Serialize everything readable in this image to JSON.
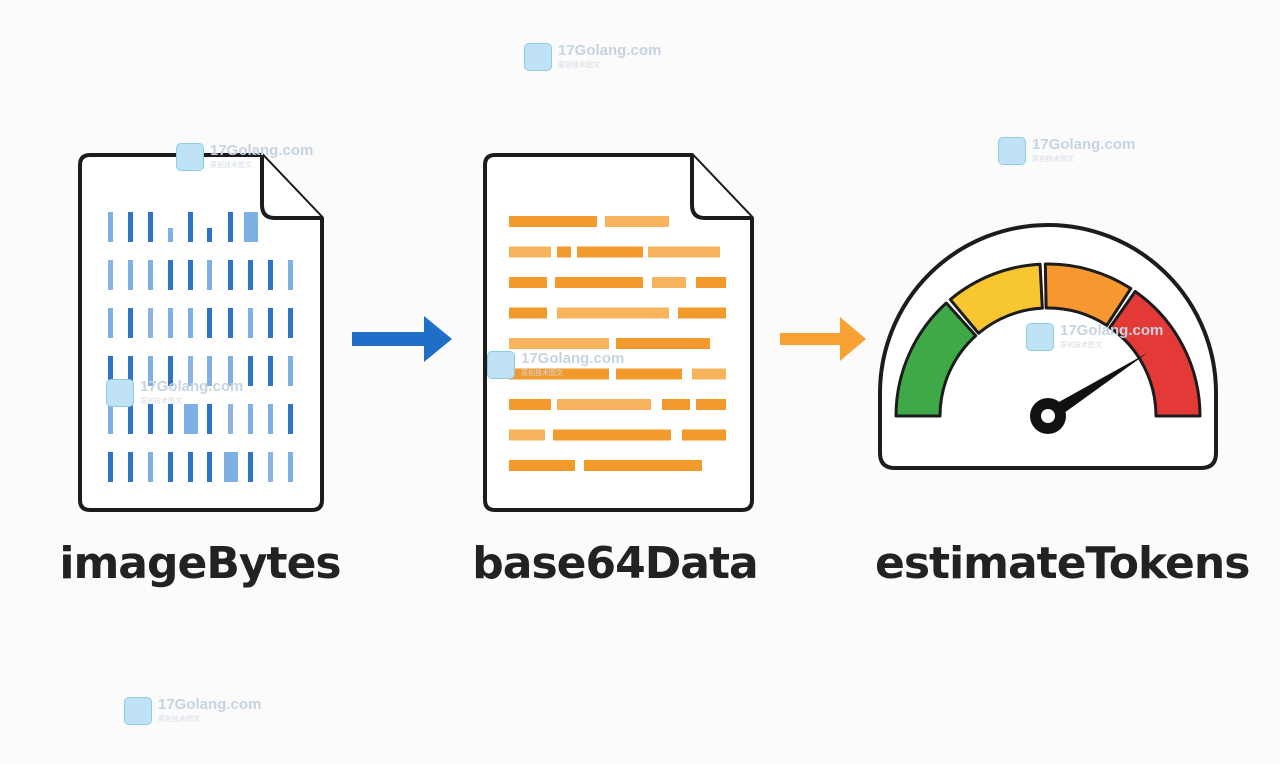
{
  "nodes": [
    {
      "label": "imageBytes",
      "icon": "binary-document-icon",
      "color": "#2f74c7"
    },
    {
      "label": "base64Data",
      "icon": "text-document-icon",
      "color": "#f39a2c"
    },
    {
      "label": "estimateTokens",
      "icon": "gauge-meter-icon",
      "color": "#333333"
    }
  ],
  "arrows": [
    {
      "from": "imageBytes",
      "to": "base64Data",
      "color": "#1f6fc8"
    },
    {
      "from": "base64Data",
      "to": "estimateTokens",
      "color": "#f7a233"
    }
  ],
  "gauge": {
    "segments": [
      "#3fa847",
      "#f8c630",
      "#f7972f",
      "#e33a38"
    ],
    "needle_level": 0.82
  },
  "watermark": {
    "text": "17Golang.com",
    "sub": "原创技术图文"
  }
}
